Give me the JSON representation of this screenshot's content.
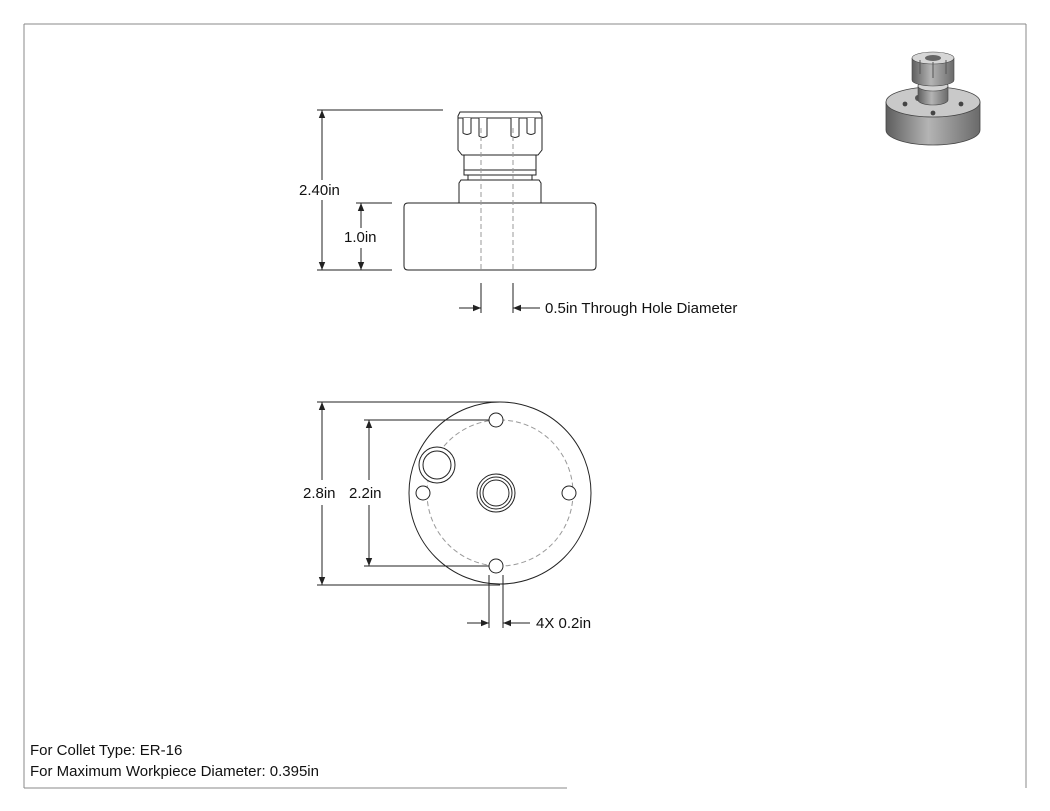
{
  "side_view": {
    "overall_height_label": "2.40in",
    "base_height_label": "1.0in",
    "through_hole_label": "0.5in Through Hole Diameter"
  },
  "top_view": {
    "outer_diameter_label": "2.8in",
    "bolt_circle_label": "2.2in",
    "mount_holes_label": "4X 0.2in"
  },
  "notes": {
    "collet_type": "For Collet Type: ER-16",
    "max_workpiece": "For Maximum Workpiece Diameter: 0.395in"
  }
}
